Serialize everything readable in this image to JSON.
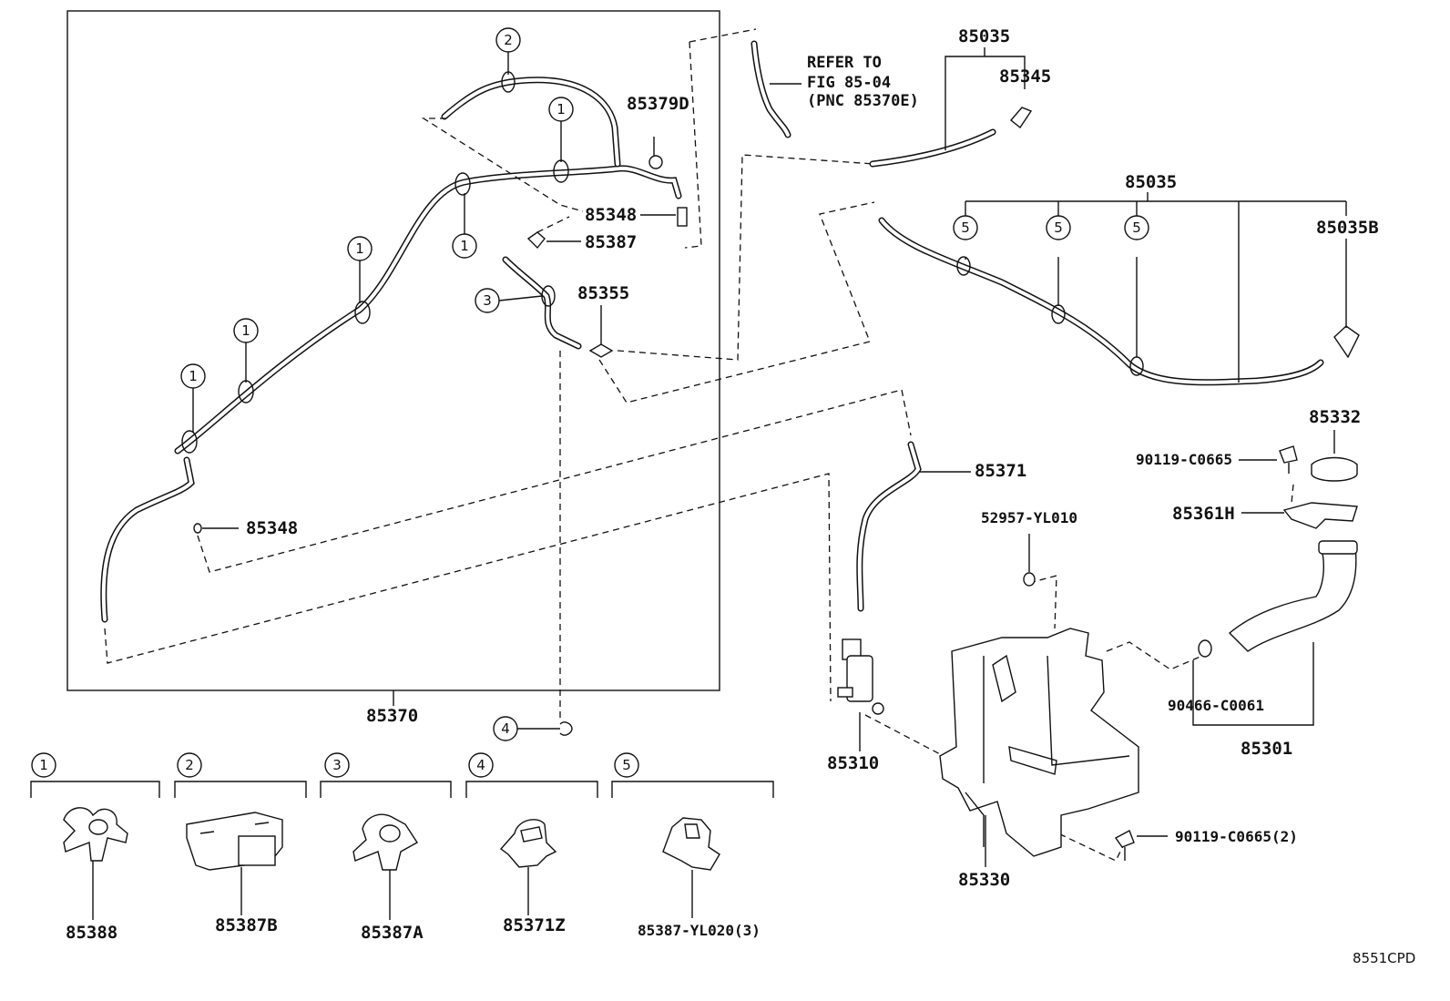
{
  "parts": {
    "p85370": "85370",
    "p85379D": "85379D",
    "p85348_top": "85348",
    "p85387": "85387",
    "p85355": "85355",
    "p85348_bottom": "85348",
    "p85035_top": "85035",
    "p85345": "85345",
    "p85035_mid": "85035",
    "p85035B": "85035B",
    "p85332": "85332",
    "p90119_top": "90119-C0665",
    "p85361H": "85361H",
    "p85371": "85371",
    "p52957": "52957-YL010",
    "p85310": "85310",
    "p90466": "90466-C0061",
    "p85301": "85301",
    "p85330": "85330",
    "p90119_bottom": "90119-C0665(2)",
    "p85388": "85388",
    "p85387B": "85387B",
    "p85387A": "85387A",
    "p85371Z": "85371Z",
    "p85387_YL020": "85387-YL020(3)"
  },
  "refer": {
    "line1": "REFER TO",
    "line2": "FIG 85-04",
    "line3": "(PNC 85370E)"
  },
  "callouts": {
    "c1": "1",
    "c2": "2",
    "c3": "3",
    "c4": "4",
    "c5": "5"
  },
  "legend": {
    "l1": "1",
    "l2": "2",
    "l3": "3",
    "l4": "4",
    "l5": "5"
  },
  "figure_code": "8551CPD"
}
